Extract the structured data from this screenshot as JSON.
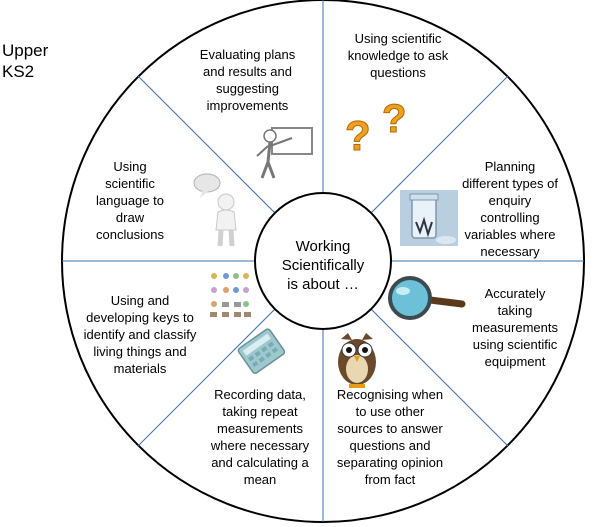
{
  "corner_label": [
    "Upper",
    "KS2"
  ],
  "center": {
    "lines": [
      "Working",
      "Scientifically",
      "is about …"
    ]
  },
  "segments": [
    {
      "id": "evaluating",
      "icon": "presenter-at-board-icon",
      "lines": [
        "Evaluating plans",
        "and results and",
        "suggesting",
        "improvements"
      ]
    },
    {
      "id": "questions",
      "icon": "question-marks-icon",
      "lines": [
        "Using scientific",
        "knowledge to ask",
        "questions"
      ]
    },
    {
      "id": "planning",
      "icon": "lab-beaker-photo-icon",
      "lines": [
        "Planning",
        "different types of",
        "enquiry",
        "controlling",
        "variables where",
        "necessary"
      ]
    },
    {
      "id": "measurements",
      "icon": "magnifying-glass-icon",
      "lines": [
        "Accurately",
        "taking",
        "measurements",
        "using scientific",
        "equipment"
      ]
    },
    {
      "id": "sources",
      "icon": "owl-icon",
      "lines": [
        "Recognising when",
        "to use other",
        "sources to answer",
        "questions and",
        "separating opinion",
        "from fact"
      ]
    },
    {
      "id": "recording",
      "icon": "calculator-icon",
      "lines": [
        "Recording data,",
        "taking repeat",
        "measurements",
        "where necessary",
        "and calculating a",
        "mean"
      ]
    },
    {
      "id": "keys",
      "icon": "classification-chart-icon",
      "lines": [
        "Using and",
        "developing keys  to",
        "identify and classify",
        "living things and",
        "materials"
      ]
    },
    {
      "id": "language",
      "icon": "speech-bubble-figure-icon",
      "lines": [
        "Using",
        "scientific",
        "language to",
        "draw",
        "conclusions"
      ]
    }
  ],
  "colors": {
    "divider": "#3a6fb0",
    "outline": "#000000",
    "question": "#f0a020",
    "lens": "#6cc0d8"
  }
}
